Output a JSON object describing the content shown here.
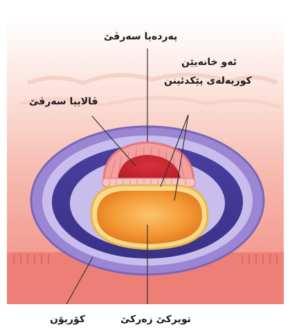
{
  "labels": {
    "amnion_membrane": "پەردەیا سەرڤێ",
    "cells_line1": "ئەو خانەیێن",
    "cells_line2": "کوریەلەی پێکدئینن",
    "amnion_cavity": "ڤالاییا سەرڤێ",
    "chorion": "کۆریۆن",
    "yolk_sac": "تویرکێ زەرکێ"
  }
}
